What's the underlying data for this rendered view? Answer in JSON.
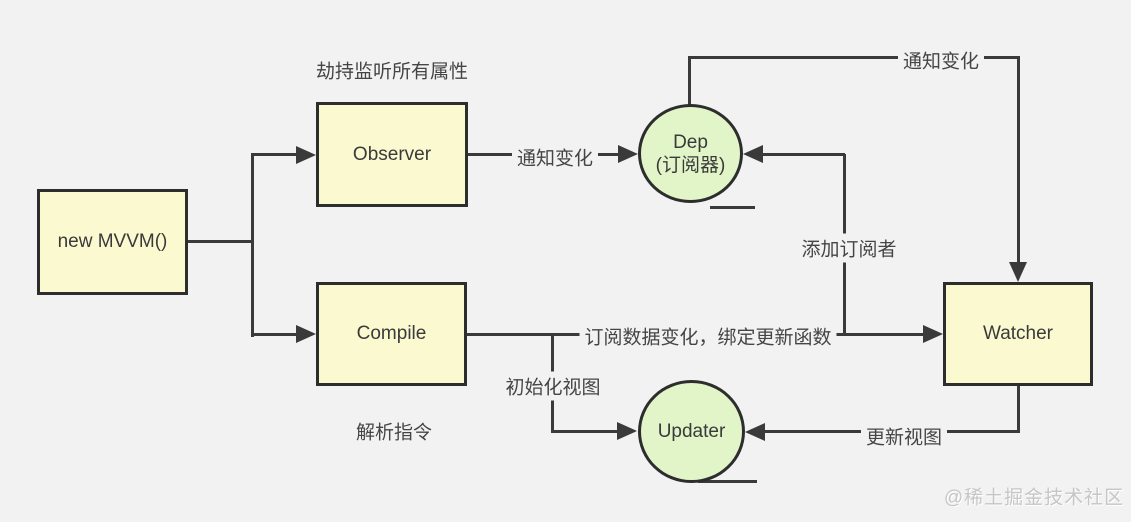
{
  "diagram": {
    "title_implied": "MVVM flow diagram",
    "nodes": {
      "new_mvvm": "new MVVM()",
      "observer": "Observer",
      "compile": "Compile",
      "watcher": "Watcher",
      "dep_line1": "Dep",
      "dep_line2": "(订阅器)",
      "updater": "Updater"
    },
    "edge_labels": {
      "hijack_listen": "劫持监听所有属性",
      "notify_change_left": "通知变化",
      "notify_change_top": "通知变化",
      "add_subscriber": "添加订阅者",
      "subscribe_bind": "订阅数据变化，绑定更新函数",
      "init_view": "初始化视图",
      "parse_directive": "解析指令",
      "update_view": "更新视图"
    },
    "watermark": "@稀土掘金技术社区",
    "colors": {
      "background": "#f2f2f3",
      "box_fill": "#fbf9d0",
      "circle_fill": "#e2f5c8",
      "shape_border": "#2d2d2d",
      "line": "#3a3a3a",
      "text": "#3a3a3a",
      "watermark": "#c6c6c8"
    }
  }
}
